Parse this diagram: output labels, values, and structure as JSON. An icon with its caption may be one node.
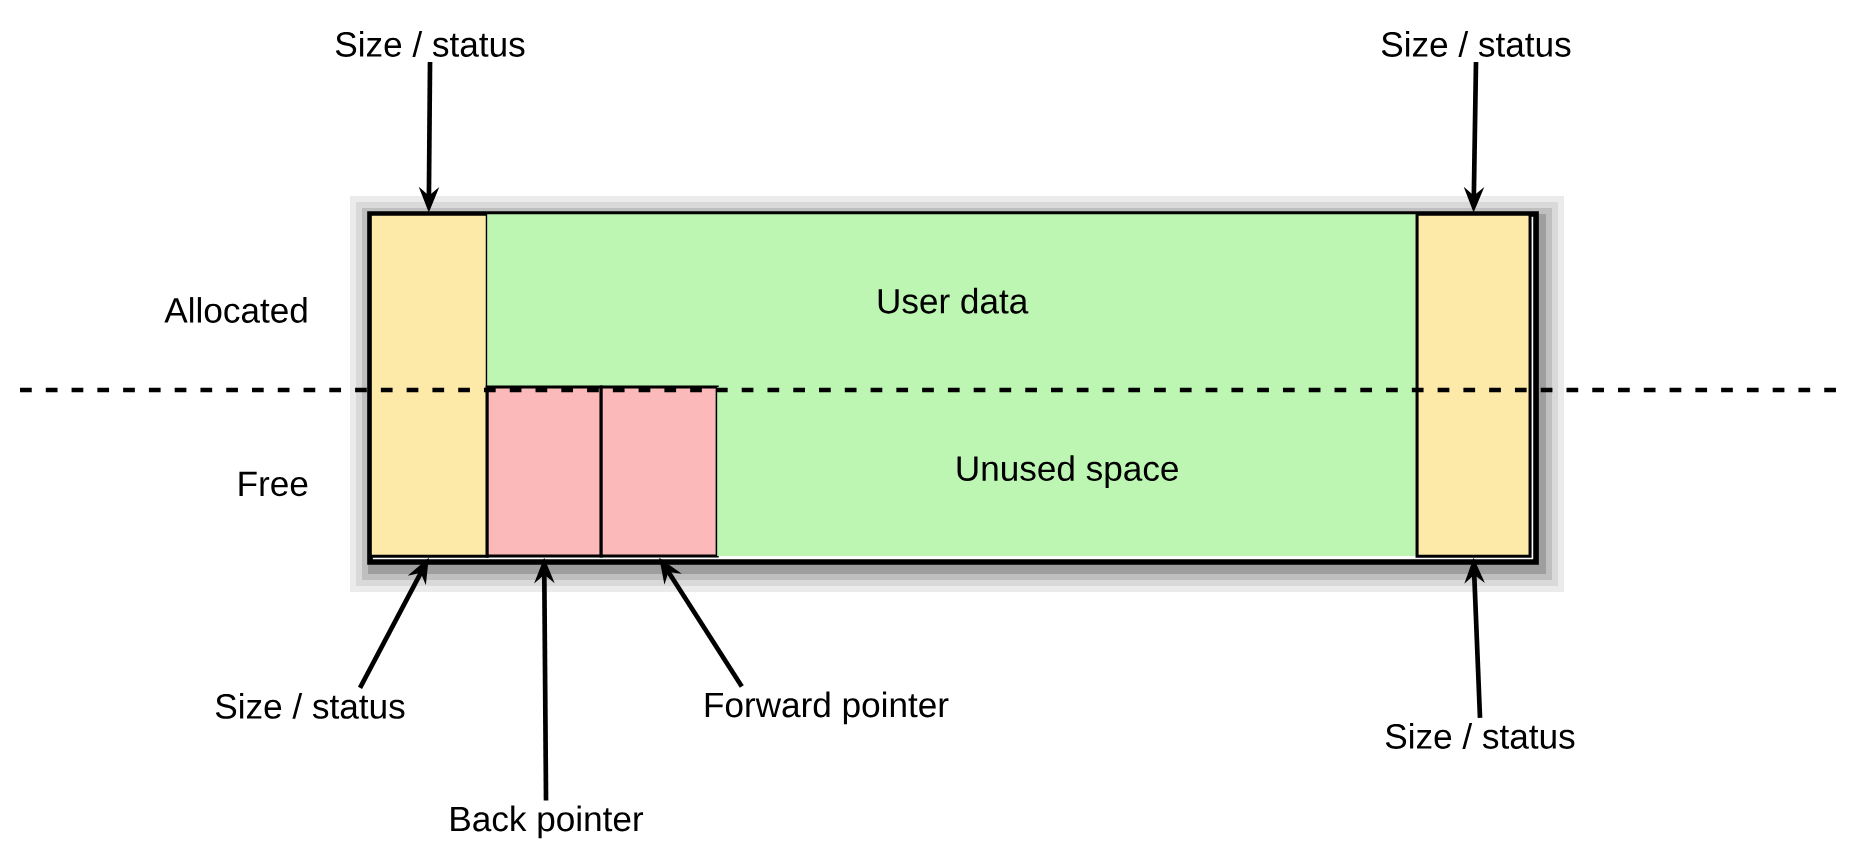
{
  "diagram": {
    "nodes": [
      {
        "text": [
          "Size / status"
        ]
      },
      {
        "text": [
          "Size / status"
        ]
      },
      {
        "text": [],
        "shape": "box"
      },
      {
        "text": [],
        "shape": "box",
        "in": 2
      },
      {
        "text": [
          "User data"
        ],
        "in": 2
      },
      {
        "text": [],
        "shape": "box",
        "in": 2
      },
      {
        "text": [],
        "shape": "box",
        "in": 2
      },
      {
        "text": [
          "Unused space"
        ],
        "in": 2
      },
      {
        "text": [],
        "shape": "box",
        "in": 2
      },
      {
        "text": [
          "Size / status"
        ]
      },
      {
        "text": [
          "Forward pointer"
        ]
      },
      {
        "text": [
          "Back pointer"
        ]
      },
      {
        "text": [
          "Size / status"
        ]
      }
    ],
    "edges": [
      {
        "from": 0,
        "to": 3,
        "arrow": "to"
      },
      {
        "from": 1,
        "to": 8,
        "arrow": "to"
      },
      {
        "from": 9,
        "to": 3,
        "arrow": "to"
      },
      {
        "from": 10,
        "to": 6,
        "arrow": "to"
      },
      {
        "from": 11,
        "to": 5,
        "arrow": "to"
      },
      {
        "from": 12,
        "to": 8,
        "arrow": "to"
      }
    ],
    "labels": [
      "Allocated",
      "Free"
    ]
  }
}
